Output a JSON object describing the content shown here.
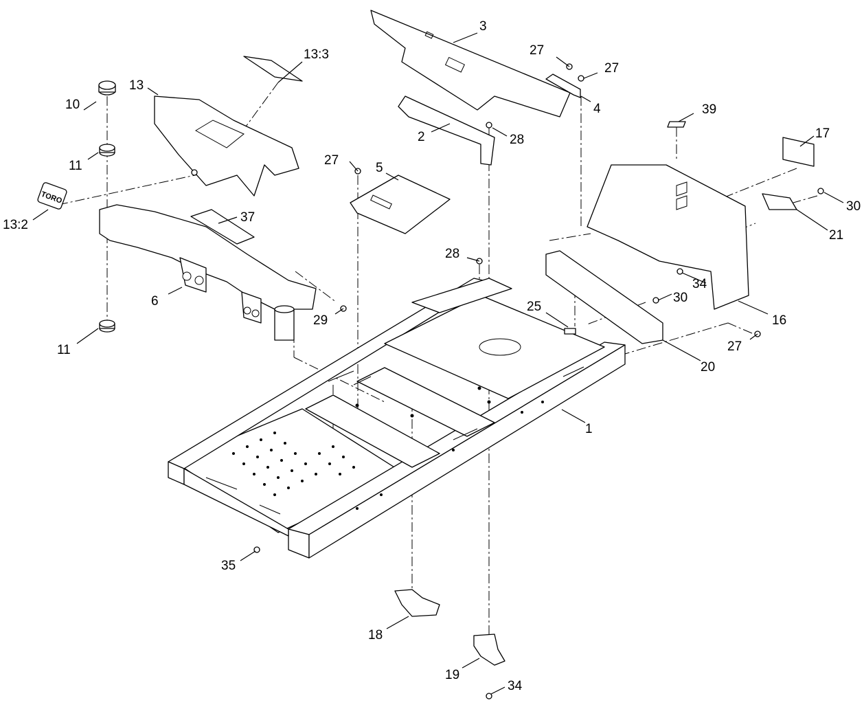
{
  "diagram": {
    "labels": {
      "p1": "1",
      "p2": "2",
      "p3": "3",
      "p4": "4",
      "p5": "5",
      "p6": "6",
      "p10": "10",
      "p11a": "11",
      "p11b": "11",
      "p13": "13",
      "p13_2": "13:2",
      "p13_3": "13:3",
      "p16": "16",
      "p17": "17",
      "p18": "18",
      "p19": "19",
      "p20": "20",
      "p21": "21",
      "p25": "25",
      "p27a": "27",
      "p27b": "27",
      "p27c": "27",
      "p27d": "27",
      "p28a": "28",
      "p28b": "28",
      "p29": "29",
      "p30a": "30",
      "p30b": "30",
      "p34a": "34",
      "p34b": "34",
      "p35": "35",
      "p37": "37",
      "p39": "39"
    },
    "decal_logo_text": "TORO"
  }
}
